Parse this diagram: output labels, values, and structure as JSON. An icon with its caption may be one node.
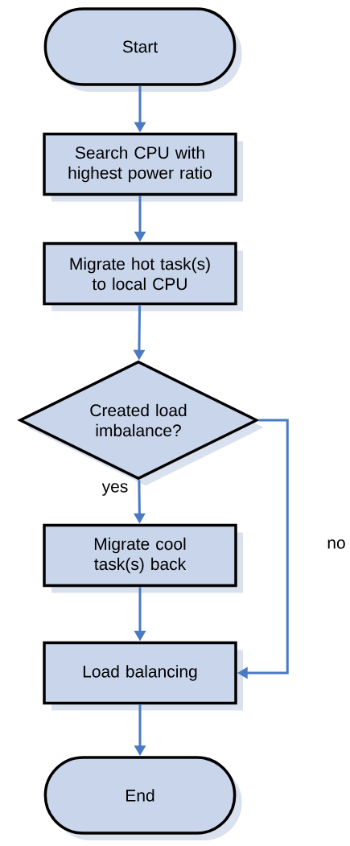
{
  "diagram": {
    "nodes": [
      {
        "text": [
          "Start"
        ]
      },
      {
        "text": [
          "Search CPU with highest power ratio"
        ]
      },
      {
        "text": [
          "Migrate hot task(s) to local CPU"
        ]
      },
      {
        "text": [
          "Created load imbalance?"
        ]
      },
      {
        "text": [
          "Migrate cool task(s) back"
        ]
      },
      {
        "text": [
          "Load balancing"
        ]
      },
      {
        "text": [
          "End"
        ]
      }
    ],
    "edges": [
      {
        "from": 0,
        "to": 1,
        "arrow": "to"
      },
      {
        "from": 1,
        "to": 2,
        "arrow": "to"
      },
      {
        "from": 2,
        "to": 3,
        "arrow": "to"
      },
      {
        "from": 3,
        "to": 4,
        "arrow": "to",
        "label": "yes"
      },
      {
        "from": 3,
        "to": 5,
        "arrow": "to",
        "label": "no"
      },
      {
        "from": 4,
        "to": 5,
        "arrow": "to"
      },
      {
        "from": 5,
        "to": 6,
        "arrow": "to"
      }
    ]
  }
}
